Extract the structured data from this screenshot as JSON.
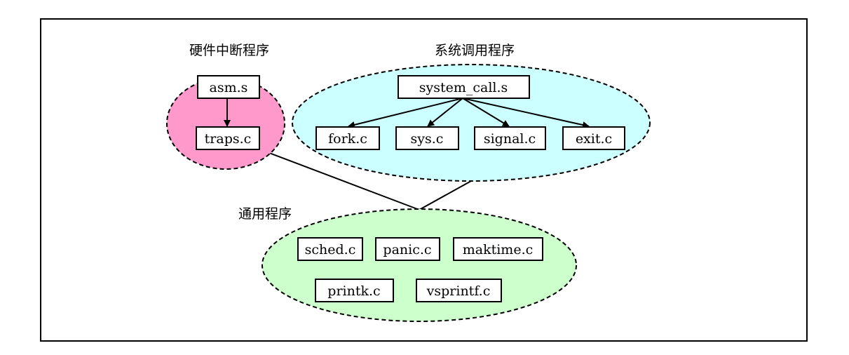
{
  "colors": {
    "hardware_fill": "#ff99cc",
    "syscall_fill": "#ccffff",
    "common_fill": "#ccffcc",
    "stroke": "#000000"
  },
  "groups": {
    "hardware": {
      "label": "硬件中断程序",
      "files": {
        "asm": "asm.s",
        "traps": "traps.c"
      }
    },
    "syscall": {
      "label": "系统调用程序",
      "files": {
        "system_call": "system_call.s",
        "fork": "fork.c",
        "sys": "sys.c",
        "signal": "signal.c",
        "exit": "exit.c"
      }
    },
    "common": {
      "label": "通用程序",
      "files": {
        "sched": "sched.c",
        "panic": "panic.c",
        "maktime": "maktime.c",
        "printk": "printk.c",
        "vsprintf": "vsprintf.c"
      }
    }
  }
}
